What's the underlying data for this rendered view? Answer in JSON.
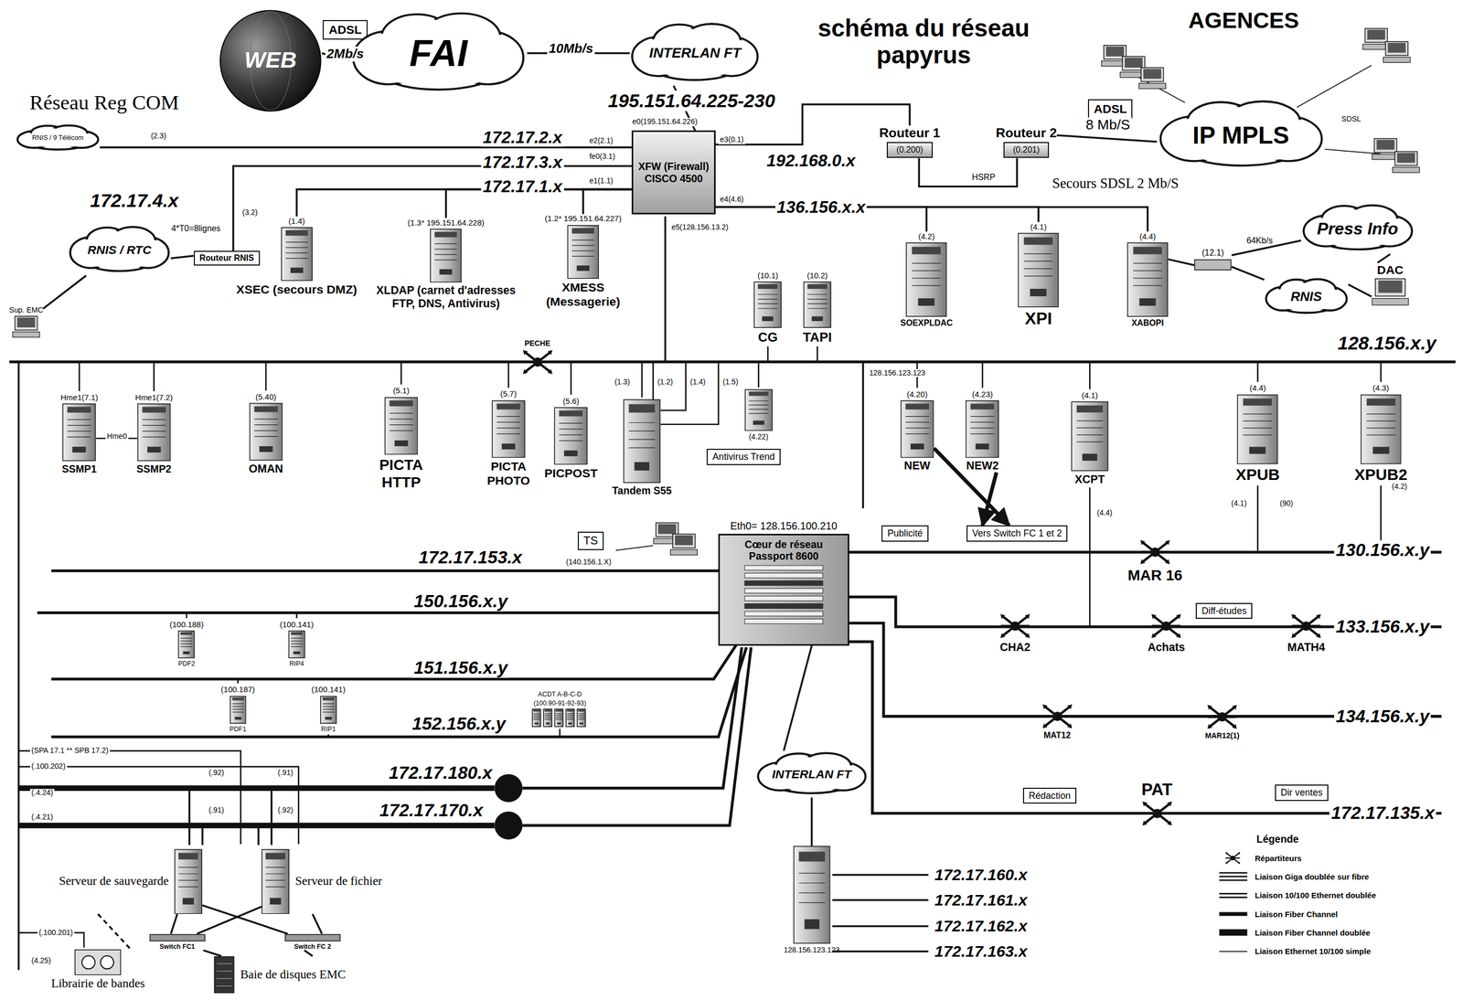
{
  "diagram": {
    "title": "schéma du réseau papyrus",
    "nodes": [
      {
        "text": [
          "WEB"
        ]
      },
      {
        "text": [
          "ADSL"
        ]
      },
      {
        "text": [
          "FAI"
        ]
      },
      {
        "text": [
          "INTERLAN FT"
        ]
      },
      {
        "text": [
          "XFW (Firewall) CISCO 4500"
        ]
      },
      {
        "text": [
          "Routeur 1",
          "(0.200)"
        ]
      },
      {
        "text": [
          "Routeur 2",
          "(0.201)"
        ]
      },
      {
        "text": [
          "ADSL"
        ]
      },
      {
        "text": [
          "IP MPLS"
        ]
      },
      {
        "text": [
          "RNIS / 9 Télécom"
        ]
      },
      {
        "text": [
          "RNIS / RTC"
        ]
      },
      {
        "text": [
          "Routeur RNIS"
        ]
      },
      {
        "text": [
          "Sup. EMC"
        ]
      },
      {
        "text": [
          "(1.4)",
          "XSEC (secours DMZ)"
        ]
      },
      {
        "text": [
          "(1.3* 195.151.64.228)",
          "XLDAP (carnet d'adresses FTP, DNS, Antivirus)"
        ]
      },
      {
        "text": [
          "(1.2* 195.151.64.227)",
          "XMESS (Messagerie)"
        ]
      },
      {
        "text": [
          "(10.1)",
          "CG"
        ]
      },
      {
        "text": [
          "(10.2)",
          "TAPI"
        ]
      },
      {
        "text": [
          "(4.2)",
          "SOEXPLDAC"
        ]
      },
      {
        "text": [
          "(4.1)",
          "XPI"
        ]
      },
      {
        "text": [
          "(4.4)",
          "XABOPI"
        ]
      },
      {
        "text": [
          "(12.1)"
        ]
      },
      {
        "text": [
          "Press Info"
        ]
      },
      {
        "text": [
          "RNIS"
        ]
      },
      {
        "text": [
          "DAC"
        ]
      },
      {
        "text": [
          "Hme1(7.1)",
          "SSMP1"
        ]
      },
      {
        "text": [
          "Hme1(7.2)",
          "SSMP2"
        ]
      },
      {
        "text": [
          "(5.40)",
          "OMAN"
        ]
      },
      {
        "text": [
          "(5.1)",
          "PICTA HTTP"
        ]
      },
      {
        "text": [
          "PECHE"
        ]
      },
      {
        "text": [
          "(5.7)",
          "PICTA PHOTO"
        ]
      },
      {
        "text": [
          "(5.6)",
          "PICPOST"
        ]
      },
      {
        "text": [
          "Tandem S55"
        ]
      },
      {
        "text": [
          "(4.22)"
        ]
      },
      {
        "text": [
          "Antivirus Trend"
        ]
      },
      {
        "text": [
          "(4.20)",
          "NEW"
        ]
      },
      {
        "text": [
          "(4.23)",
          "NEW2"
        ]
      },
      {
        "text": [
          "(4.1)",
          "XCPT"
        ]
      },
      {
        "text": [
          "(4.4)",
          "XPUB"
        ]
      },
      {
        "text": [
          "(4.3)",
          "XPUB2"
        ]
      },
      {
        "text": [
          "Publicité"
        ]
      },
      {
        "text": [
          "Vers Switch FC 1 et 2"
        ]
      },
      {
        "text": [
          "TS"
        ]
      },
      {
        "text": [
          "Eth0= 128.156.100.210",
          "Cœur de réseau Passport 8600"
        ]
      },
      {
        "text": [
          "(100.188)",
          "PDF2"
        ]
      },
      {
        "text": [
          "(100.141)",
          "RIP4"
        ]
      },
      {
        "text": [
          "(100.187)",
          "PDF1"
        ]
      },
      {
        "text": [
          "(100.141)",
          "RIP1"
        ]
      },
      {
        "text": [
          "ACDT A-B-C-D",
          "(100.90-91-92-93)"
        ]
      },
      {
        "text": [
          "MAR 16"
        ]
      },
      {
        "text": [
          "Diff-études"
        ]
      },
      {
        "text": [
          "CHA2"
        ]
      },
      {
        "text": [
          "Achats"
        ]
      },
      {
        "text": [
          "MATH4"
        ]
      },
      {
        "text": [
          "MAT12"
        ]
      },
      {
        "text": [
          "MAR12(1)"
        ]
      },
      {
        "text": [
          "Rédaction"
        ]
      },
      {
        "text": [
          "PAT"
        ]
      },
      {
        "text": [
          "Dir ventes"
        ]
      },
      {
        "text": [
          "Serveur de sauvegarde"
        ]
      },
      {
        "text": [
          "Serveur de fichier"
        ]
      },
      {
        "text": [
          "Switch FC1"
        ]
      },
      {
        "text": [
          "Switch FC 2"
        ]
      },
      {
        "text": [
          "Librairie de bandes"
        ]
      },
      {
        "text": [
          "Baie de disques EMC"
        ]
      },
      {
        "text": [
          "INTERLAN FT"
        ]
      },
      {
        "text": [
          "128.156.123.123"
        ]
      }
    ],
    "edges": [
      {
        "from": 0,
        "to": 2,
        "arrow": "none",
        "label": "2Mb/s"
      },
      {
        "from": 2,
        "to": 3,
        "arrow": "none",
        "label": "10Mb/s"
      },
      {
        "from": 3,
        "to": 4,
        "arrow": "none"
      },
      {
        "from": 4,
        "to": 5,
        "arrow": "none"
      },
      {
        "from": 5,
        "to": 6,
        "arrow": "none"
      },
      {
        "from": 6,
        "to": 8,
        "arrow": "none"
      },
      {
        "from": 4,
        "to": 9,
        "arrow": "none",
        "label": "172.17.2.x"
      },
      {
        "from": 4,
        "to": 11,
        "arrow": "none",
        "label": "172.17.3.x"
      },
      {
        "from": 4,
        "to": 13,
        "arrow": "none",
        "label": "172.17.1.x"
      },
      {
        "from": 4,
        "to": 14,
        "arrow": "none"
      },
      {
        "from": 4,
        "to": 15,
        "arrow": "none"
      },
      {
        "from": 4,
        "to": 18,
        "arrow": "none",
        "label": "136.156.x.x"
      },
      {
        "from": 4,
        "to": 19,
        "arrow": "none"
      },
      {
        "from": 4,
        "to": 20,
        "arrow": "none"
      },
      {
        "from": 20,
        "to": 21,
        "arrow": "none"
      },
      {
        "from": 21,
        "to": 22,
        "arrow": "none",
        "label": "64Kb/s"
      },
      {
        "from": 21,
        "to": 23,
        "arrow": "none"
      },
      {
        "from": 22,
        "to": 24,
        "arrow": "none"
      },
      {
        "from": 23,
        "to": 24,
        "arrow": "none"
      },
      {
        "from": 10,
        "to": 11,
        "arrow": "none",
        "label": "4*T0=8lignes"
      },
      {
        "from": 10,
        "to": 12,
        "arrow": "none"
      },
      {
        "from": 35,
        "to": 41,
        "arrow": "to"
      },
      {
        "from": 36,
        "to": 41,
        "arrow": "to"
      },
      {
        "from": 43,
        "to": 65,
        "arrow": "none"
      },
      {
        "from": 65,
        "to": 66,
        "arrow": "none"
      },
      {
        "from": 59,
        "to": 61,
        "arrow": "none"
      },
      {
        "from": 60,
        "to": 62,
        "arrow": "none"
      },
      {
        "from": 59,
        "to": 62,
        "arrow": "none"
      },
      {
        "from": 60,
        "to": 61,
        "arrow": "none"
      },
      {
        "from": 61,
        "to": 64,
        "arrow": "none"
      },
      {
        "from": 62,
        "to": 64,
        "arrow": "none"
      },
      {
        "from": 59,
        "to": 63,
        "arrow": "none"
      }
    ],
    "labels": [
      "195.151.64.225-230",
      "Réseau Reg COM",
      "(2.3)",
      "e0(195.151.64.226)",
      "e2(2.1)",
      "fe0(3.1)",
      "e1(1.1)",
      "e3(0.1)",
      "e4(4.6)",
      "e5(128.156.13.2)",
      "192.168.0.x",
      "172.17.4.x",
      "(3.2)",
      "AGENCES",
      "SDSL",
      "8 Mb/S",
      "HSRP",
      "Secours SDSL 2 Mb/S",
      "128.156.x.y",
      "Hme0",
      "(1.3)",
      "(1.2)",
      "(1.4)",
      "(1.5)",
      "128.156.123.123",
      "(4.4)",
      "(4.1)",
      "(90)",
      "(4.2)",
      "(140.156.1.X)",
      "172.17.153.x",
      "150.156.x.y",
      "151.156.x.y",
      "152.156.x.y",
      "172.17.180.x",
      "172.17.170.x",
      "130.156.x.y",
      "133.156.x.y",
      "134.156.x.y",
      "172.17.135.x",
      "172.17.160.x",
      "172.17.161.x",
      "172.17.162.x",
      "172.17.163.x",
      "(SPA 17.1 ** SPB 17.2)",
      "(.100.202)",
      "(.4.24)",
      "(.4.21)",
      "(.100.201)",
      "(4.25)",
      "(.92)",
      "(.91)",
      "(.91)",
      "(.92)",
      "Légende"
    ],
    "legend": [
      {
        "text": "Répartiteurs"
      },
      {
        "text": "Liaison Giga doublée sur fibre"
      },
      {
        "text": "Liaison 10/100 Ethernet doublée"
      },
      {
        "text": "Liaison Fiber Channel"
      },
      {
        "text": "Liaison Fiber Channel doublée"
      },
      {
        "text": "Liaison Ethernet 10/100 simple"
      }
    ]
  }
}
